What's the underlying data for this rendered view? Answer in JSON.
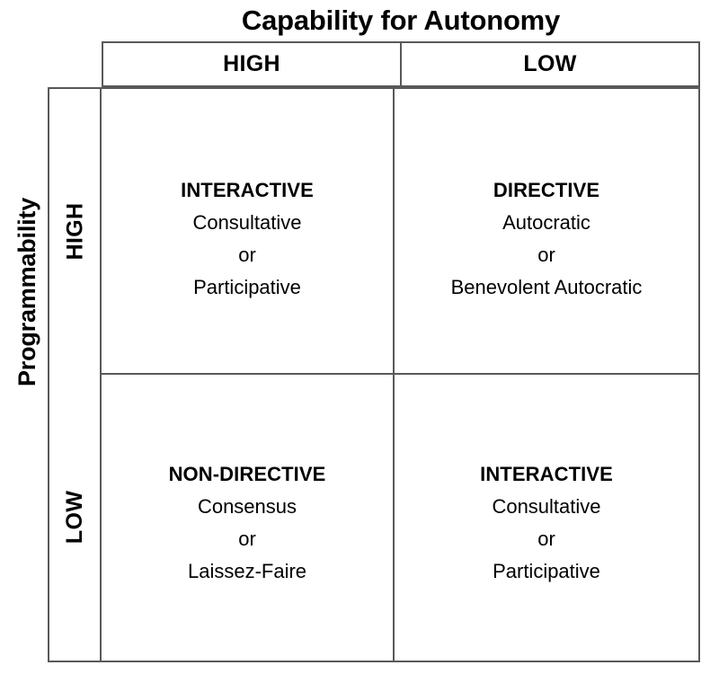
{
  "axes": {
    "column_axis_title": "Capability for Autonomy",
    "row_axis_title": "Programmability",
    "column_headers": [
      "HIGH",
      "LOW"
    ],
    "row_headers": [
      "HIGH",
      "LOW"
    ]
  },
  "colors": {
    "background": "#ffffff",
    "grid_line": "#595959",
    "text": "#000000"
  },
  "quadrants": {
    "high_high": {
      "style": "INTERACTIVE",
      "lines": [
        "Consultative",
        "or",
        "Participative"
      ]
    },
    "high_low": {
      "style": "DIRECTIVE",
      "lines": [
        "Autocratic",
        "or",
        "Benevolent Autocratic"
      ]
    },
    "low_high": {
      "style": "NON-DIRECTIVE",
      "lines": [
        "Consensus",
        "or",
        "Laissez-Faire"
      ]
    },
    "low_low": {
      "style": "INTERACTIVE",
      "lines": [
        "Consultative",
        "or",
        "Participative"
      ]
    }
  }
}
